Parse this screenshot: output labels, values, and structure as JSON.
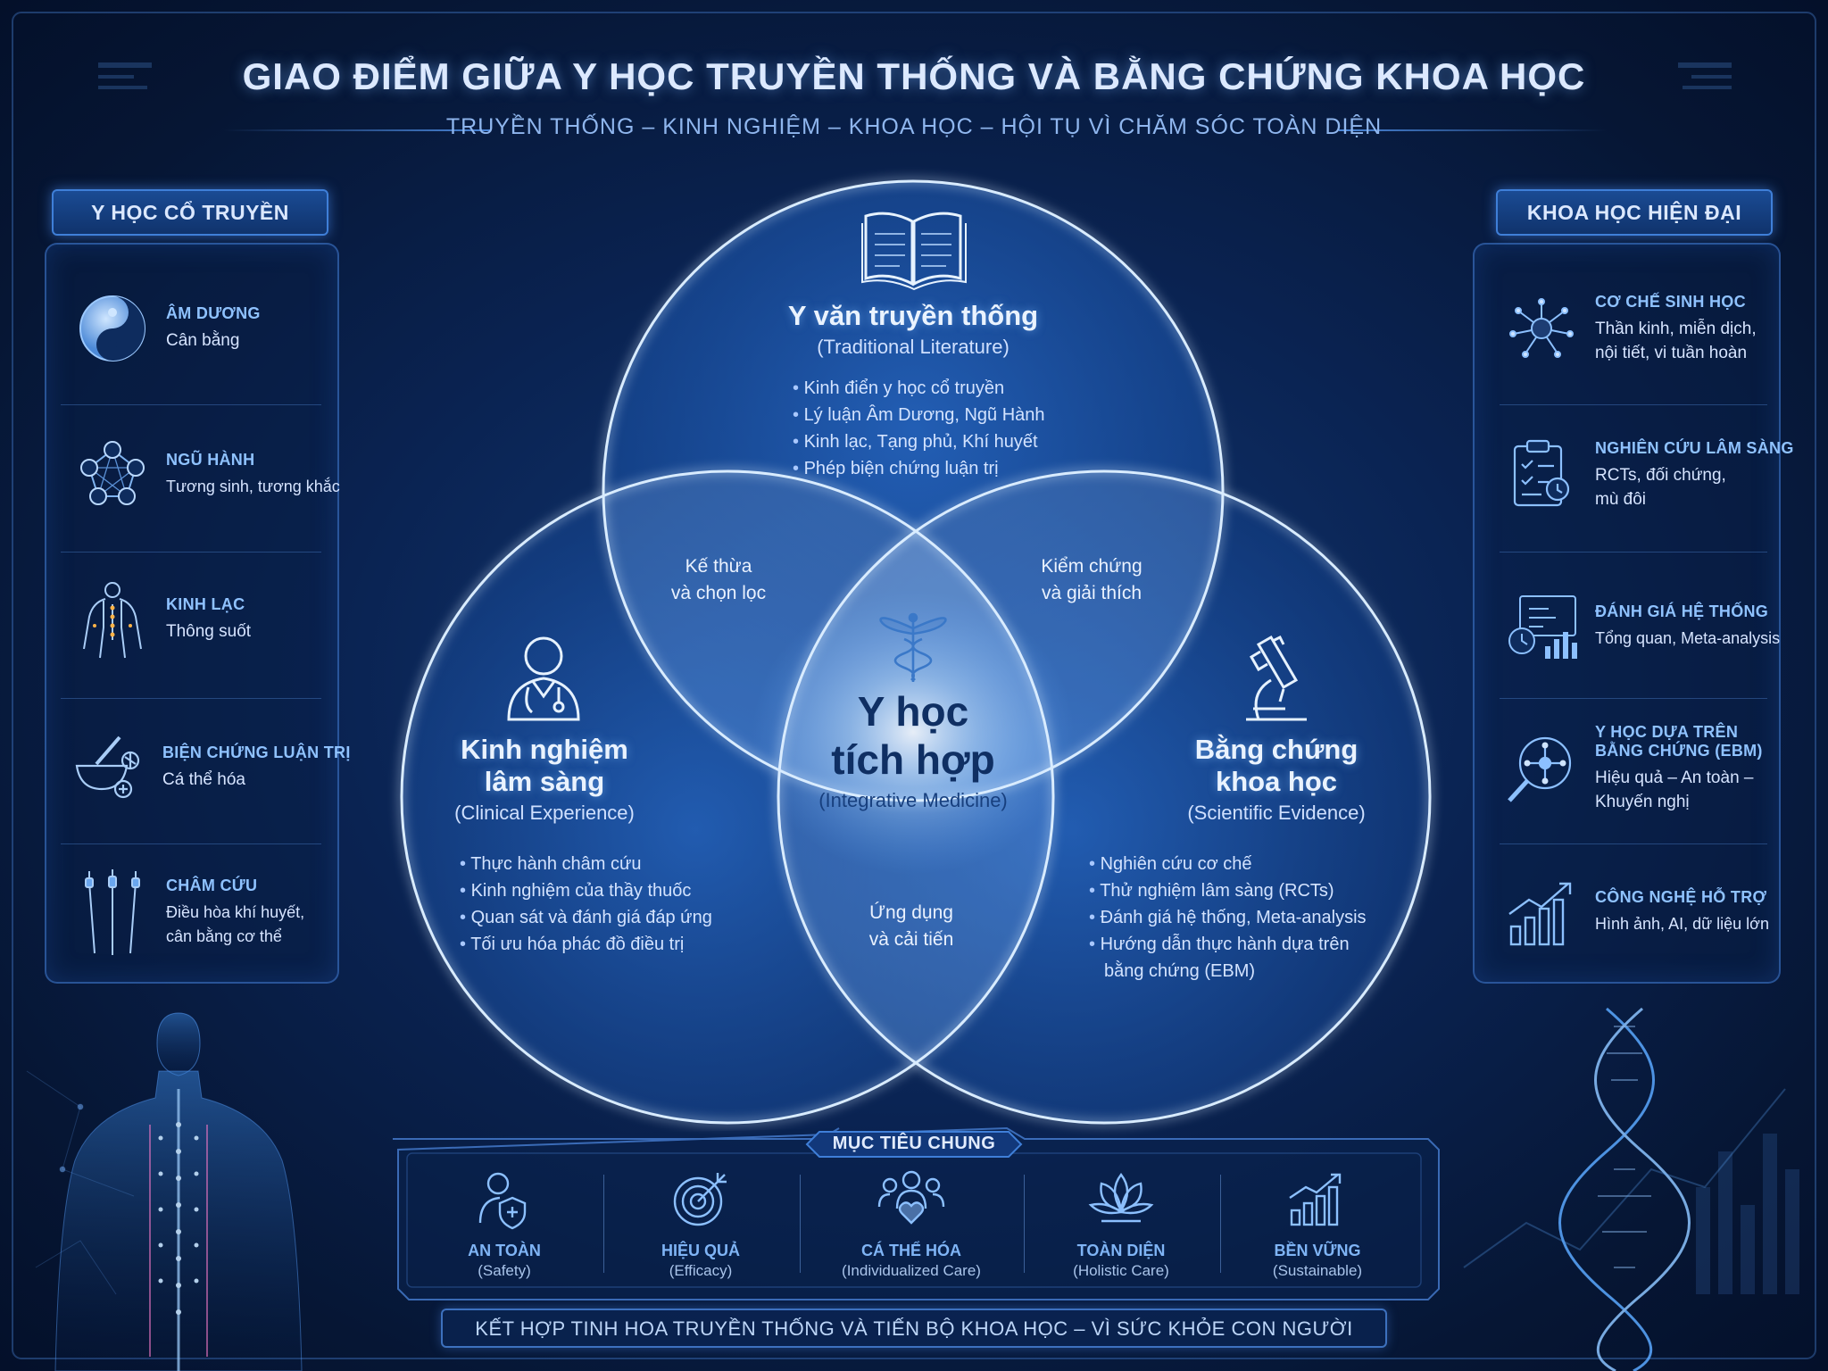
{
  "header": {
    "title": "GIAO ĐIỂM GIỮA Y HỌC TRUYỀN THỐNG VÀ BẰNG CHỨNG KHOA HỌC",
    "subtitle": "TRUYỀN THỐNG – KINH NGHIỆM – KHOA HỌC – HỘI TỤ VÌ CHĂM SÓC TOÀN DIỆN"
  },
  "left_panel": {
    "title": "Y HỌC CỔ TRUYỀN",
    "items": [
      {
        "heading": "ÂM DƯƠNG",
        "desc1": "Cân bằng",
        "desc2": "",
        "icon": "yin-yang-icon"
      },
      {
        "heading": "NGŨ HÀNH",
        "desc1": "Tương sinh, tương khắc",
        "desc2": "",
        "icon": "five-elements-icon"
      },
      {
        "heading": "KINH LẠC",
        "desc1": "Thông suốt",
        "desc2": "",
        "icon": "meridian-body-icon"
      },
      {
        "heading": "BIỆN CHỨNG LUẬN TRỊ",
        "desc1": "Cá thể hóa",
        "desc2": "",
        "icon": "mortar-herbs-icon"
      },
      {
        "heading": "CHÂM CỨU",
        "desc1": "Điều hòa khí huyết,",
        "desc2": "cân bằng cơ thể",
        "icon": "acupuncture-needles-icon"
      }
    ]
  },
  "right_panel": {
    "title": "KHOA HỌC HIỆN ĐẠI",
    "items": [
      {
        "heading": "CƠ CHẾ SINH HỌC",
        "heading2": "",
        "desc1": "Thần kinh, miễn dịch,",
        "desc2": "nội tiết, vi tuần hoàn",
        "icon": "neuron-icon"
      },
      {
        "heading": "NGHIÊN CỨU LÂM SÀNG",
        "heading2": "",
        "desc1": "RCTs, đối chứng,",
        "desc2": "mù đôi",
        "icon": "clipboard-icon"
      },
      {
        "heading": "ĐÁNH GIÁ HỆ THỐNG",
        "heading2": "",
        "desc1": "Tổng quan, Meta-analysis",
        "desc2": "",
        "icon": "analysis-chart-icon"
      },
      {
        "heading": "Y HỌC DỰA TRÊN",
        "heading2": "BẰNG CHỨNG (EBM)",
        "desc1": "Hiệu quả – An toàn –",
        "desc2": "Khuyến nghị",
        "icon": "evidence-search-icon"
      },
      {
        "heading": "CÔNG NGHỆ HỖ TRỢ",
        "heading2": "",
        "desc1": "Hình ảnh, AI, dữ liệu lớn",
        "desc2": "",
        "icon": "growth-chart-icon"
      }
    ]
  },
  "venn": {
    "top": {
      "title": "Y văn truyền thống",
      "subtitle": "(Traditional Literature)",
      "bullets": [
        "Kinh điển y học cổ truyền",
        "Lý luận Âm Dương, Ngũ Hành",
        "Kinh lạc, Tạng phủ, Khí huyết",
        "Phép biện chứng luận trị"
      ]
    },
    "left": {
      "title1": "Kinh nghiệm",
      "title2": "lâm sàng",
      "subtitle": "(Clinical Experience)",
      "bullets": [
        "Thực hành châm cứu",
        "Kinh nghiệm của thầy thuốc",
        "Quan sát và đánh giá đáp ứng",
        "Tối ưu hóa phác đồ điều trị"
      ]
    },
    "right": {
      "title1": "Bằng chứng",
      "title2": "khoa học",
      "subtitle": "(Scientific Evidence)",
      "bullets": [
        "Nghiên cứu cơ chế",
        "Thử nghiệm lâm sàng (RCTs)",
        "Đánh giá hệ thống, Meta-analysis",
        "Hướng dẫn thực hành dựa trên",
        "bằng chứng (EBM)"
      ]
    },
    "intersect_top_left": [
      "Kế thừa",
      "và chọn lọc"
    ],
    "intersect_top_right": [
      "Kiểm chứng",
      "và giải thích"
    ],
    "intersect_bottom": [
      "Ứng dụng",
      "và cải tiến"
    ],
    "center": {
      "title1": "Y học",
      "title2": "tích hợp",
      "subtitle": "(Integrative Medicine)"
    }
  },
  "goals": {
    "title": "MỤC TIÊU CHUNG",
    "items": [
      {
        "heading": "AN TOÀN",
        "sub": "(Safety)",
        "icon": "shield-person-icon"
      },
      {
        "heading": "HIỆU QUẢ",
        "sub": "(Efficacy)",
        "icon": "target-icon"
      },
      {
        "heading": "CÁ THỂ HÓA",
        "sub": "(Individualized Care)",
        "icon": "people-heart-icon"
      },
      {
        "heading": "TOÀN DIỆN",
        "sub": "(Holistic Care)",
        "icon": "lotus-icon"
      },
      {
        "heading": "BỀN VỮNG",
        "sub": "(Sustainable)",
        "icon": "growth-bars-icon"
      }
    ]
  },
  "footer": {
    "text": "KẾT HỢP TINH HOA TRUYỀN THỐNG VÀ TIẾN BỘ KHOA HỌC – VÌ SỨC KHỎE CON NGƯỜI"
  },
  "colors": {
    "accent": "#3f7fd8",
    "background": "#0a2352",
    "heading_blue": "#8fc2ff"
  }
}
